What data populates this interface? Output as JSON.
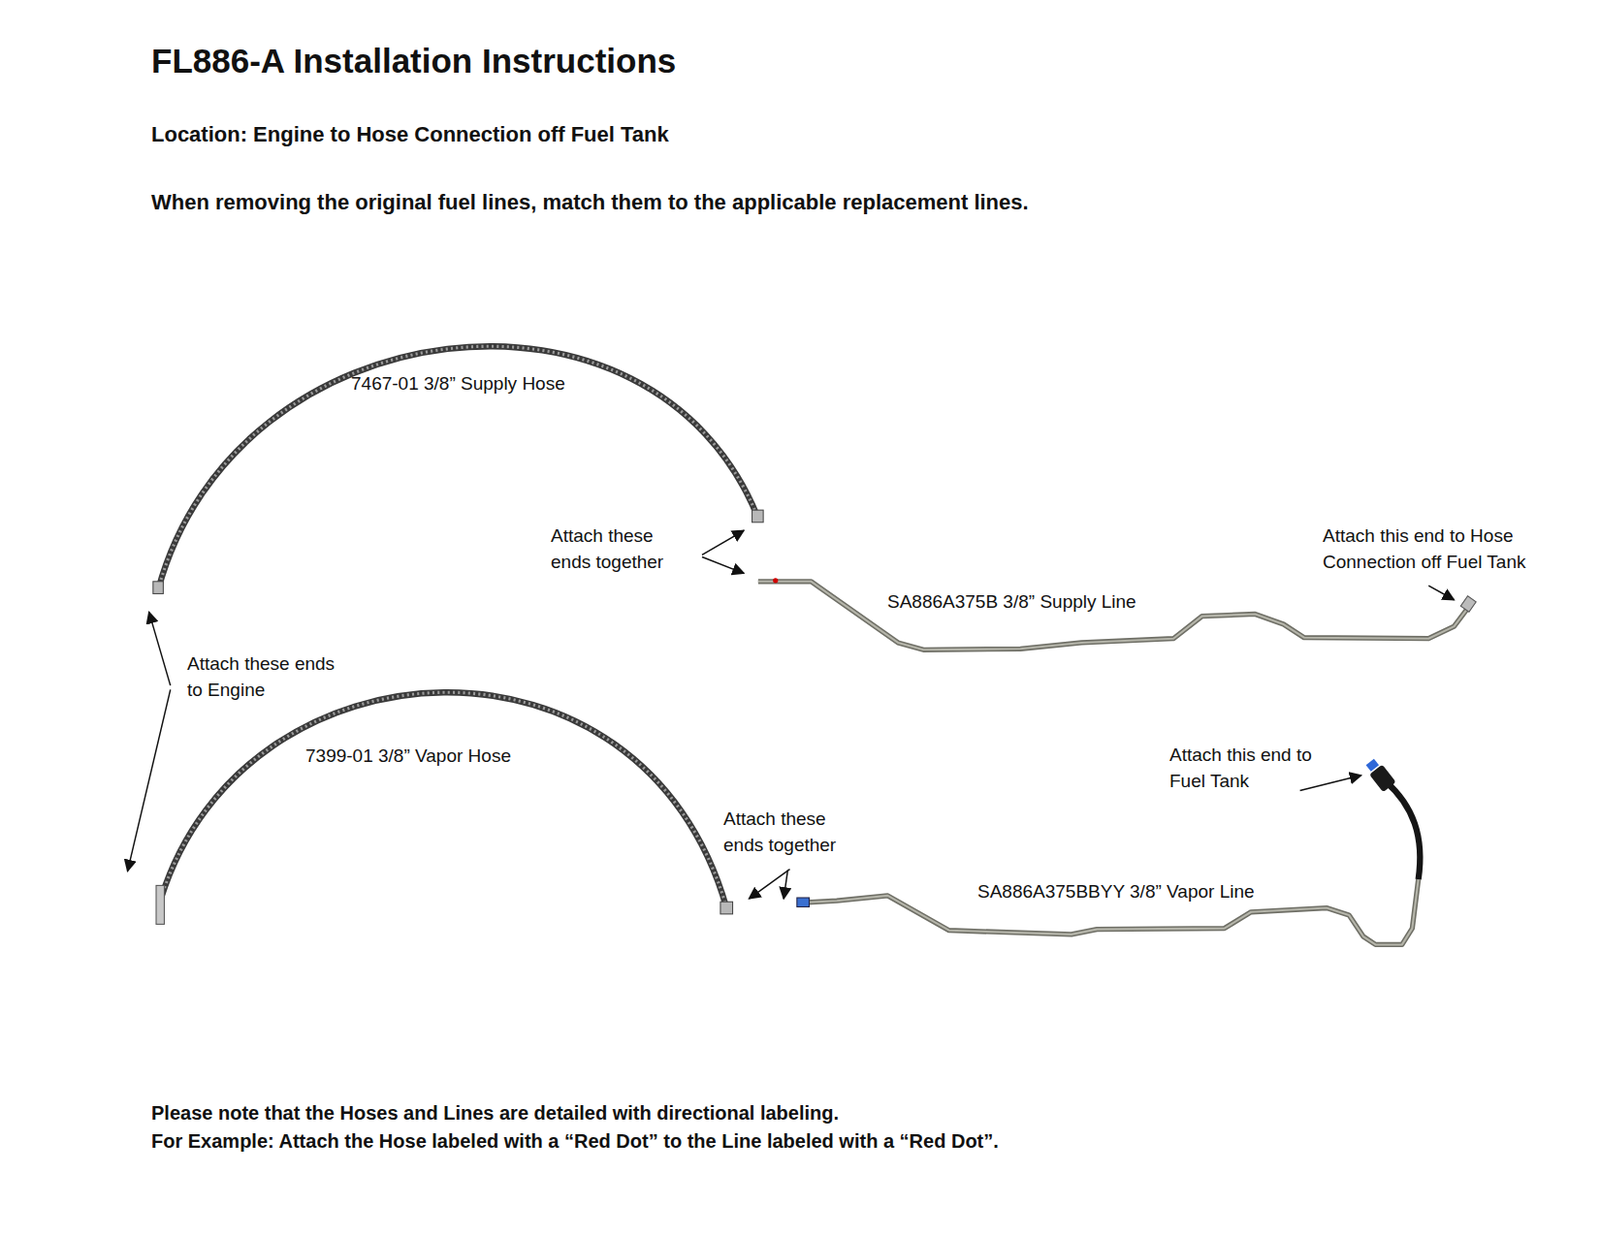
{
  "diagram": {
    "title": "FL886-A Installation Instructions",
    "labels": [
      "Location: Engine to Hose Connection off Fuel Tank",
      "When removing the original fuel lines, match them to the applicable replacement lines.",
      "7467-01 3/8” Supply Hose",
      "Attach these ends together",
      "SA886A375B 3/8” Supply Line",
      "Attach this end to Hose Connection off Fuel Tank",
      "Attach these ends to Engine",
      "7399-01 3/8” Vapor Hose",
      "Attach these ends together",
      "Attach this end to Fuel Tank",
      "SA886A375BBYY 3/8” Vapor Line",
      "Please note that the Hoses and Lines are detailed with directional labeling.",
      "For Example: Attach the Hose labeled with a “Red Dot” to the Line labeled with a “Red Dot”."
    ]
  }
}
